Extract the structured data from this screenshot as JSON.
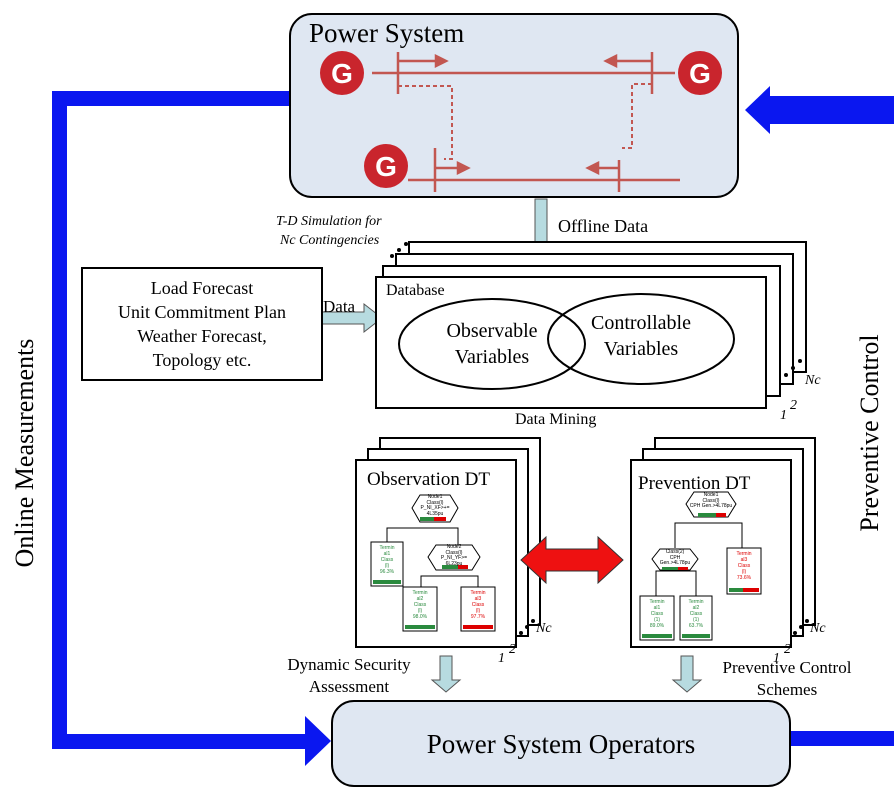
{
  "power_system": {
    "title": "Power System",
    "generator_symbol": "G"
  },
  "side_labels": {
    "left": "Online Measurements",
    "right": "Preventive Control"
  },
  "offline": {
    "label": "Offline Data",
    "sim_line1": "T-D Simulation for",
    "sim_line2": "Nc Contingencies"
  },
  "inputs": {
    "lines": [
      "Load Forecast",
      "Unit Commitment Plan",
      "Weather Forecast,",
      "Topology etc."
    ],
    "data_label": "Data"
  },
  "database": {
    "title": "Database",
    "observable": [
      "Observable",
      "Variables"
    ],
    "controllable": [
      "Controllable",
      "Variables"
    ],
    "stack_nc": "Nc",
    "stack_1": "1",
    "stack_2": "2"
  },
  "data_mining": "Data Mining",
  "observation_dt": {
    "title": "Observation DT",
    "root_node": [
      "Node1",
      "Class(l)",
      "P_NI_XF>+=",
      "4L35pu"
    ],
    "mid_node": [
      "Node2",
      "Class(l)",
      "P_NI_YF>=",
      "6L23pu"
    ],
    "leaf1": [
      "Termin",
      "al1",
      "Class",
      "(l)",
      "96.3%"
    ],
    "leaf2": [
      "Termin",
      "al2",
      "Class",
      "(l)",
      "98.0%"
    ],
    "leaf3": [
      "Termin",
      "al3",
      "Class",
      "(l)",
      "97.7%"
    ],
    "stack_nc": "Nc",
    "stack_1": "1",
    "stack_2": "2"
  },
  "prevention_dt": {
    "title": "Prevention DT",
    "root_node": [
      "Node1",
      "Class(l)",
      "CPH Gen.>4L78pu"
    ],
    "mid_node": [
      "Class(2)",
      "CPH",
      "Gen.>4L78pu"
    ],
    "leaf1": [
      "Termin",
      "al1",
      "Class",
      "(1)",
      "89.0%"
    ],
    "leaf2": [
      "Termin",
      "al2",
      "Class",
      "(1)",
      "63.7%"
    ],
    "leaf3": [
      "Termin",
      "al3",
      "Class",
      "(l)",
      "73.6%"
    ],
    "stack_nc": "Nc",
    "stack_1": "1",
    "stack_2": "2"
  },
  "dsa": [
    "Dynamic Security",
    "Assessment"
  ],
  "pcs": [
    "Preventive Control",
    "Schemes"
  ],
  "operators": "Power System Operators",
  "colors": {
    "big_arrow": "#0a17f0",
    "small_arrow": "#b7dbe0",
    "grid_line": "#c25751",
    "generator": "#c9252d",
    "double_arrow": "#ee1111",
    "ps_fill": "#dfe7f2",
    "leaf_green": "#2a8a3e",
    "leaf_red": "#dd0000"
  }
}
